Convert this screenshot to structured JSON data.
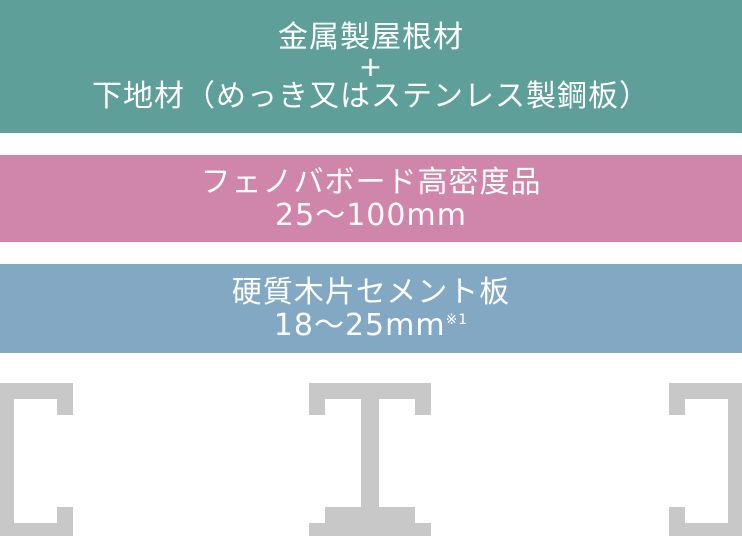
{
  "layers": {
    "roof": {
      "line1": "金属製屋根材",
      "plus": "+",
      "line2": "下地材（めっき又はステンレス製鋼板）",
      "color": "#5f9f9a"
    },
    "board": {
      "line1": "フェノバボード高密度品",
      "line2": "25〜100mm",
      "color": "#cf86aa"
    },
    "cement": {
      "line1": "硬質木片セメント板",
      "line2": "18〜25mm",
      "note": "※1",
      "color": "#82a8c3"
    }
  },
  "frame_color": "#c8c8c8"
}
